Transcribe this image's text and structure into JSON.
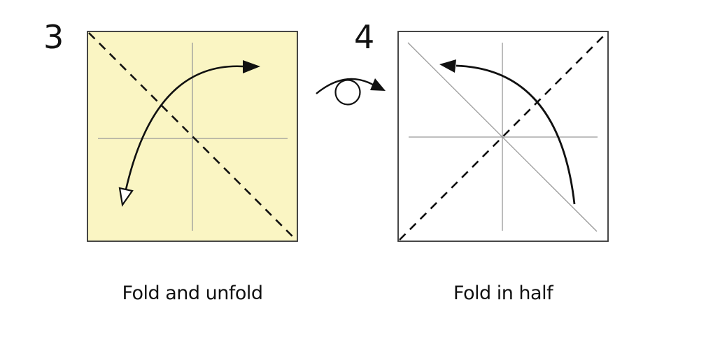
{
  "figure": {
    "type": "origami-instruction-diagram",
    "steps": [
      {
        "number": "3",
        "caption": "Fold and unfold",
        "paper_color": "#FAF5C3"
      },
      {
        "number": "4",
        "caption": "Fold in half",
        "paper_color": "#FFFFFF"
      }
    ],
    "between_steps_icon": "turn-over-icon"
  },
  "colors": {
    "background": "#FFFFFF",
    "paper_outline": "#333333",
    "fold_line": "#111111",
    "crease_line": "#999999",
    "text": "#111111"
  }
}
